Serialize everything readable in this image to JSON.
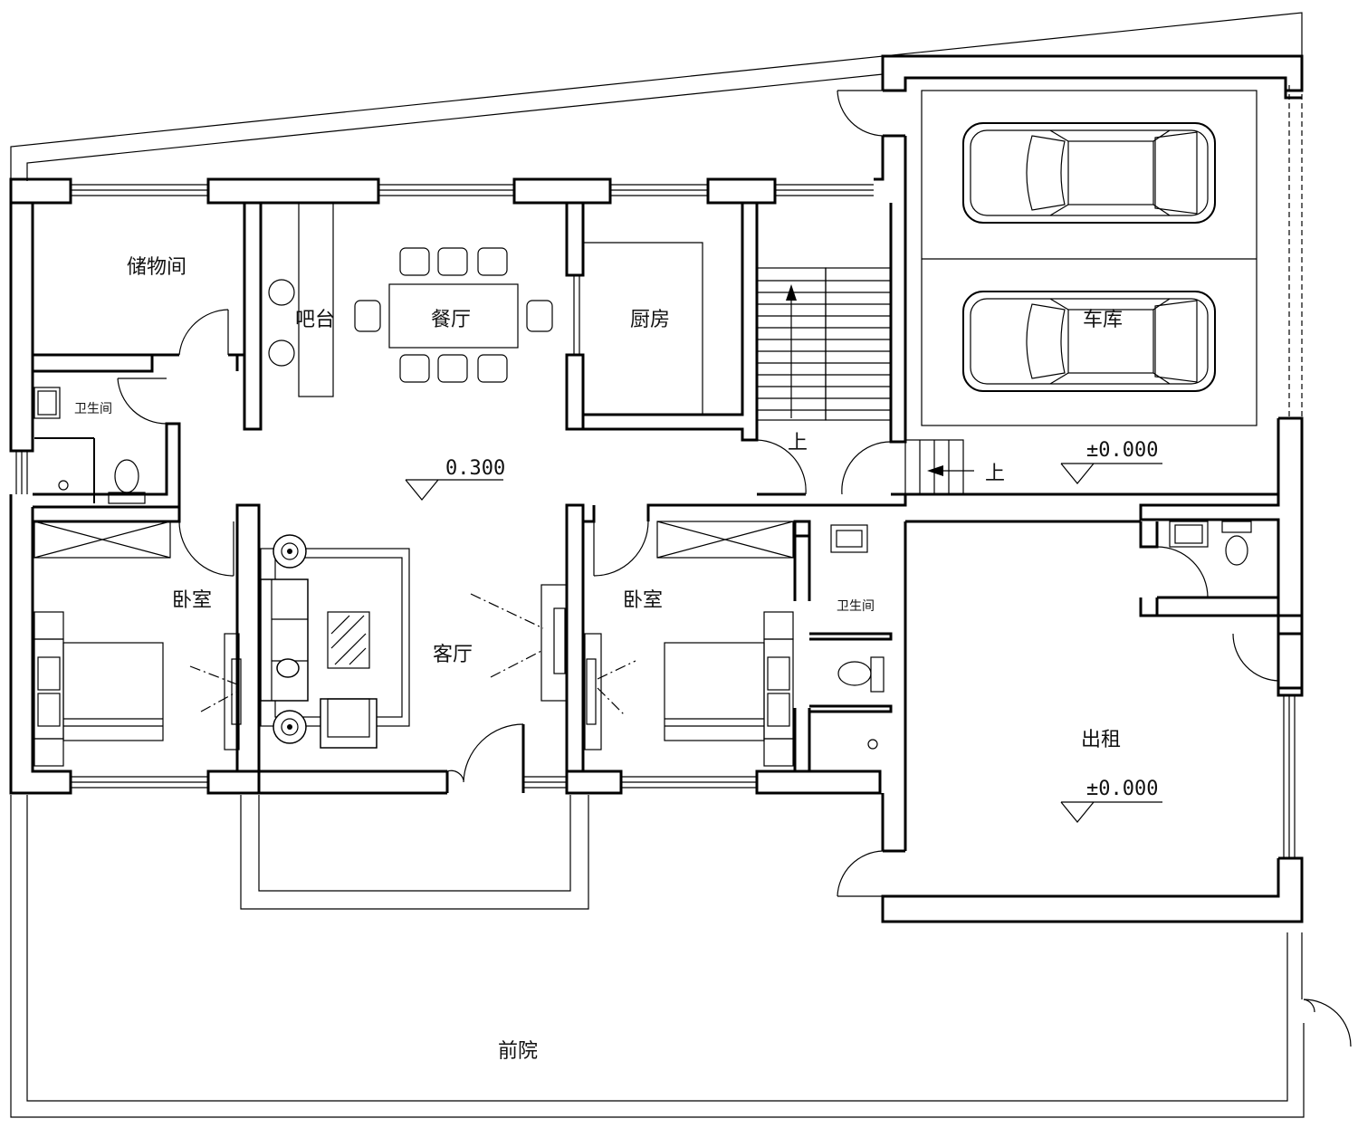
{
  "rooms": {
    "storage": "储物间",
    "bar": "吧台",
    "dining": "餐厅",
    "kitchen": "厨房",
    "garage": "车库",
    "bathroom_left": "卫生间",
    "bathroom_mid": "卫生间",
    "bedroom_left": "卧室",
    "bedroom_right": "卧室",
    "living": "客厅",
    "rental": "出租",
    "front_yard": "前院"
  },
  "elevations": {
    "hall": "0.300",
    "garage": "±0.000",
    "rental": "±0.000"
  },
  "stairs": {
    "up_main": "上",
    "up_garage": "上"
  },
  "colors": {
    "line": "#000000",
    "background": "#ffffff"
  }
}
